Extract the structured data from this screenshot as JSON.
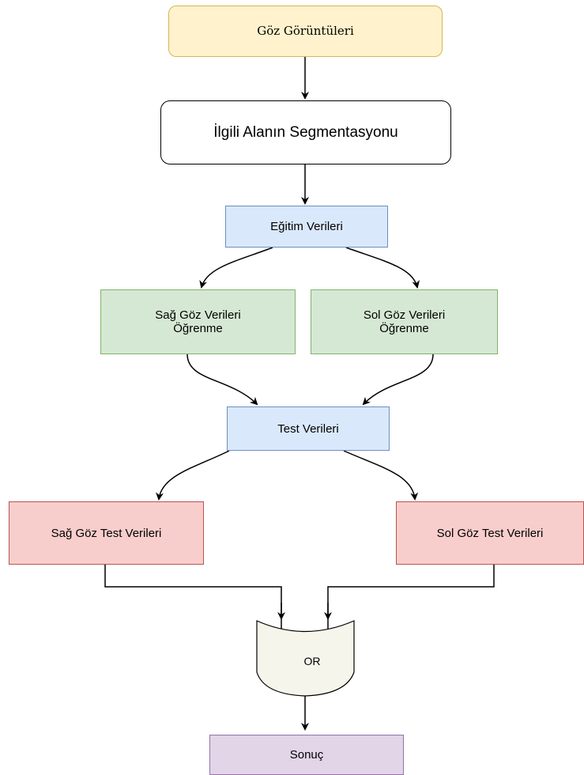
{
  "diagram": {
    "nodes": {
      "goz_goruntuleri": "Göz Görüntüleri",
      "segmentasyon": "İlgili Alanın Segmentasyonu",
      "egitim_verileri": "Eğitim Verileri",
      "sag_goz_ogrenme": "Sağ Göz Verileri\nÖğrenme",
      "sol_goz_ogrenme": "Sol Göz Verileri\nÖğrenme",
      "test_verileri": "Test Verileri",
      "sag_goz_test": "Sağ Göz Test Verileri",
      "sol_goz_test": "Sol Göz Test Verileri",
      "or_gate": "OR",
      "sonuc": "Sonuç"
    },
    "colors": {
      "input_fill": "#fff2cc",
      "input_stroke": "#d6b656",
      "blue_fill": "#dae8fc",
      "blue_stroke": "#6c8ebf",
      "green_fill": "#d5e8d4",
      "green_stroke": "#82b366",
      "red_fill": "#f8cecc",
      "red_stroke": "#b85450",
      "purple_fill": "#e1d5e7",
      "purple_stroke": "#9673a6",
      "gate_fill": "#f5f5eb",
      "edge": "#000000"
    }
  }
}
